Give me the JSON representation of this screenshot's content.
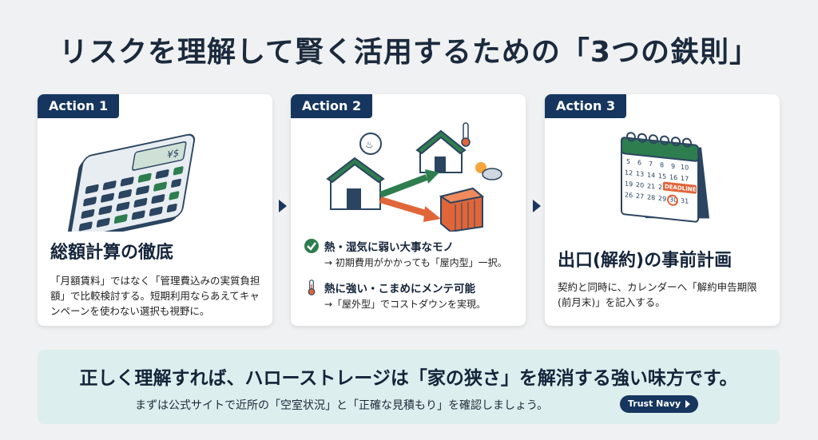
{
  "title": "リスクを理解して賢く活用するための「3つの鉄則」",
  "cards": [
    {
      "badge": "Action 1",
      "heading": "総額計算の徹底",
      "body": "「月額賃料」ではなく「管理費込みの実質負担額」で比較検討する。短期利用ならあえてキャンペーンを使わない選択も視野に。",
      "illustration": "calculator-icon"
    },
    {
      "badge": "Action 2",
      "illustration": "storage-houses-icon",
      "points": [
        {
          "icon": "check-icon",
          "title": "熱・湿気に弱い大事なモノ",
          "desc": "→ 初期費用がかかっても「屋内型」一択。"
        },
        {
          "icon": "thermometer-icon",
          "title": "熱に強い・こまめにメンテ可能",
          "desc": "→「屋外型」でコストダウンを実現。"
        }
      ]
    },
    {
      "badge": "Action 3",
      "heading": "出口(解約)の事前計画",
      "body": "契約と同時に、カレンダーへ「解約申告期限(前月末)」を記入する。",
      "illustration": "calendar-icon",
      "calendar_tag": "DEADLINE"
    }
  ],
  "bottom": {
    "main": "正しく理解すれば、ハローストレージは「家の狭さ」を解消する強い味方です。",
    "sub": "まずは公式サイトで近所の「空室状況」と「正確な見積もり」を確認しましょう。",
    "button": "Trust Navy"
  },
  "colors": {
    "navy": "#16365f",
    "green": "#2e7d4f",
    "orange": "#e0663a",
    "mint": "#dceeed"
  }
}
